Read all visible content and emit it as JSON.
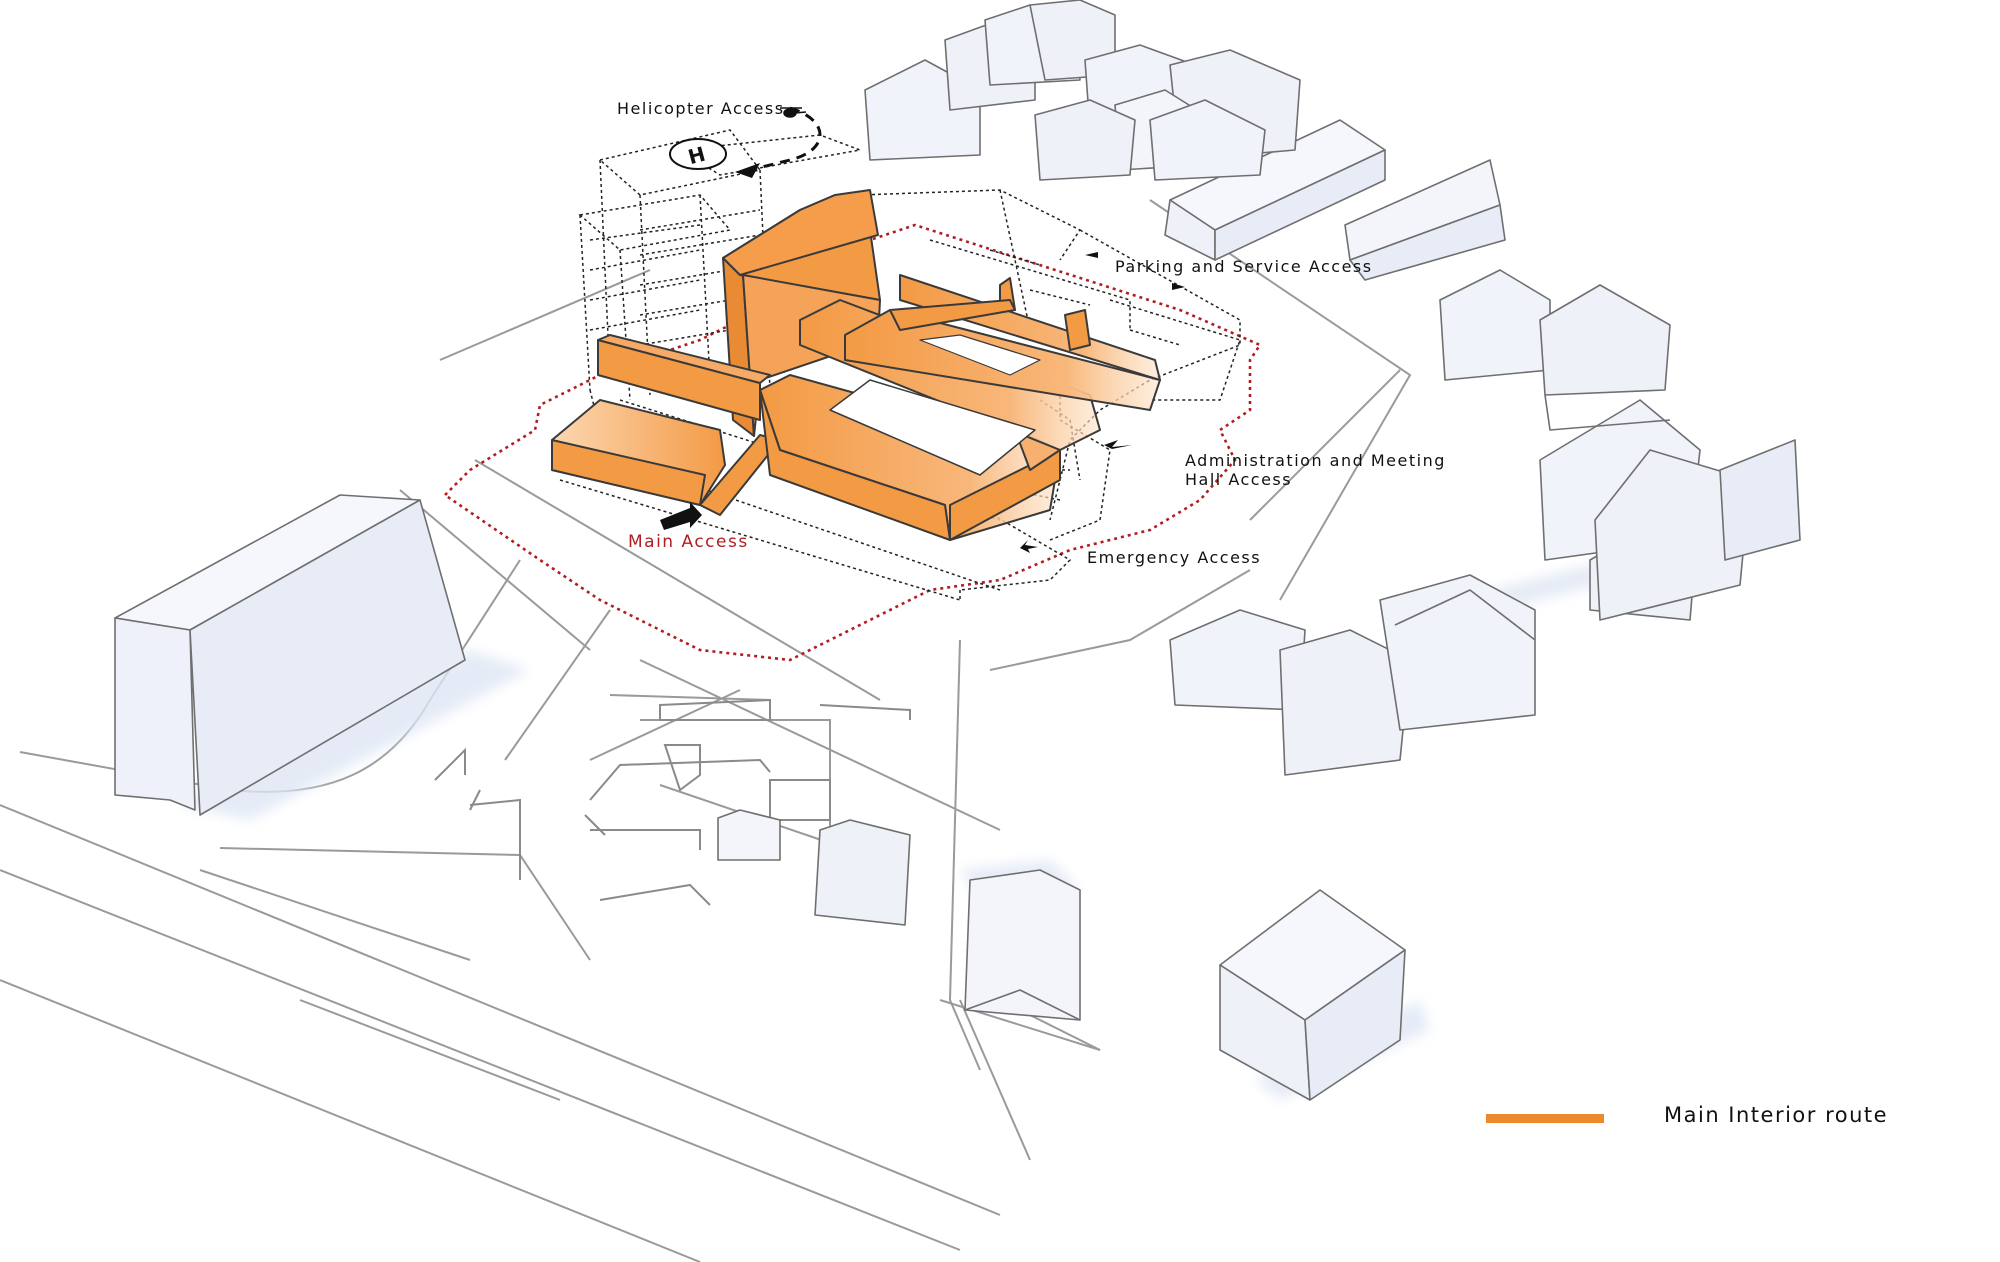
{
  "labels": {
    "helicopter_access": "Helicopter Access",
    "parking_service_access": "Parking and Service Access",
    "admin_meeting_line1": "Administration and Meeting",
    "admin_meeting_line2": "Hall Access",
    "main_access": "Main Access",
    "emergency_access": "Emergency Access"
  },
  "legend": {
    "label": "Main Interior route",
    "color": "#ea8a2b"
  },
  "colors": {
    "route_orange": "#f39a44",
    "site_boundary": "#b01e22",
    "building_face": "#f2f4fb",
    "building_outline": "#707070"
  },
  "icons": {
    "helipad": "helipad-H-icon",
    "helicopter": "helicopter-icon",
    "access_arrow": "arrow-icon"
  }
}
